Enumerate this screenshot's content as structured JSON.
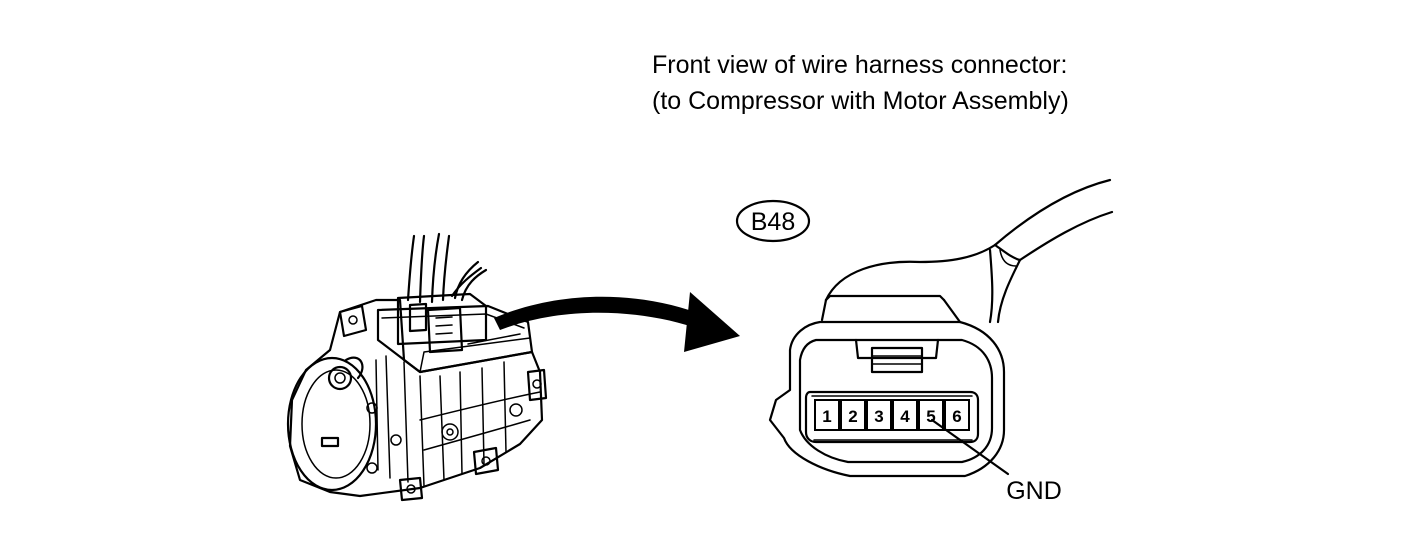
{
  "caption": {
    "line1": "Front view of wire harness connector:",
    "line2": "(to Compressor with Motor Assembly)"
  },
  "connector": {
    "code": "B48",
    "pins": [
      "1",
      "2",
      "3",
      "4",
      "5",
      "6"
    ],
    "callout_label": "GND",
    "callout_pin": "5"
  },
  "icons": {
    "compressor": "compressor-motor-assembly-illustration",
    "arrow": "curved-arrow-icon",
    "connector": "wire-harness-connector-illustration"
  }
}
